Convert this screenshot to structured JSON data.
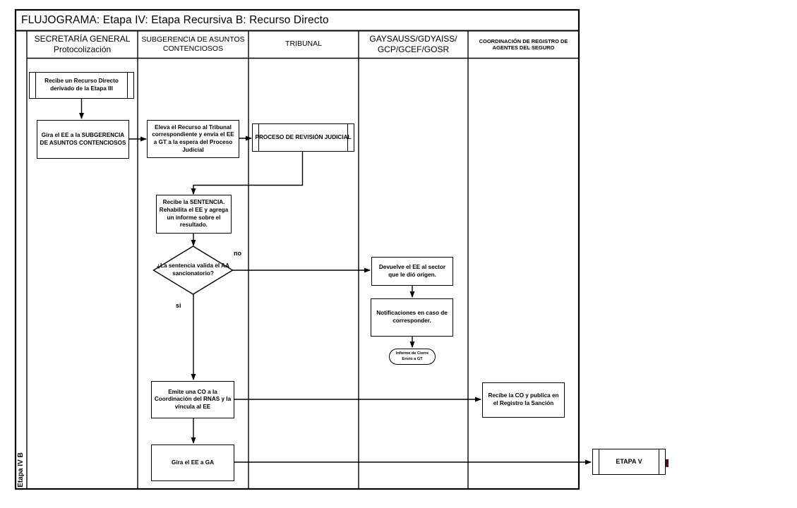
{
  "title": "FLUJOGRAMA: Etapa IV: Etapa Recursiva B: Recurso Directo",
  "side_label": "Etapa IV B",
  "lanes": [
    {
      "line1": "SECRETARÍA GENERAL",
      "line2": "Protocolización"
    },
    {
      "line1": "SUBGERENCIA DE ASUNTOS",
      "line2": "CONTENCIOSOS"
    },
    {
      "line1": "TRIBUNAL",
      "line2": ""
    },
    {
      "line1": "GAYSAUSS/GDYAISS/",
      "line2": "GCP/GCEF/GOSR"
    },
    {
      "line1": "COORDINACIÓN DE REGISTRO DE",
      "line2": "AGENTES DEL SEGURO"
    }
  ],
  "nodes": {
    "start": {
      "label": "Recibe un Recurso Directo derivado de la Etapa III",
      "shape": "predefined-process"
    },
    "gira_subgerencia": {
      "label": "Gira el EE a la SUBGERENCIA DE ASUNTOS CONTENCIOSOS",
      "shape": "process"
    },
    "eleva_recurso": {
      "label": "Eleva el Recurso al Tribunal correspondiente y envía el EE a GT a la espera del Proceso Judicial",
      "shape": "process"
    },
    "proceso_revision": {
      "label": "PROCESO DE REVISIÓN JUDICIAL",
      "shape": "predefined-process"
    },
    "recibe_sentencia": {
      "label": "Recibe la SENTENCIA. Rehabilita el EE y agrega un informe sobre el resultado.",
      "shape": "process"
    },
    "decision_sentencia": {
      "label": "¿La sentencia valida el AA sancionatorio?",
      "shape": "decision"
    },
    "devuelve_ee": {
      "label": "Devuelve el EE al sector que le dió origen.",
      "shape": "process"
    },
    "notificaciones": {
      "label": "Notificaciones en caso de corresponder.",
      "shape": "process"
    },
    "informe_cierre": {
      "label": "Informe de Cierre Envío a GT",
      "shape": "terminator"
    },
    "emite_co": {
      "label": "Emite una CO a la Coordinación del RNAS y la vincula al EE",
      "shape": "process"
    },
    "gira_ga": {
      "label": "Gira el EE a GA",
      "shape": "process"
    },
    "recibe_co": {
      "label": "Recibe la CO y publica en el Registro la Sanción",
      "shape": "process"
    },
    "etapa_v": {
      "label": "ETAPA V",
      "shape": "predefined-process"
    }
  },
  "edge_labels": {
    "no": "no",
    "si": "si"
  },
  "colors": {
    "line": "#000000",
    "background": "#ffffff",
    "text": "#000000",
    "artifact_mark": "#4a1414"
  }
}
